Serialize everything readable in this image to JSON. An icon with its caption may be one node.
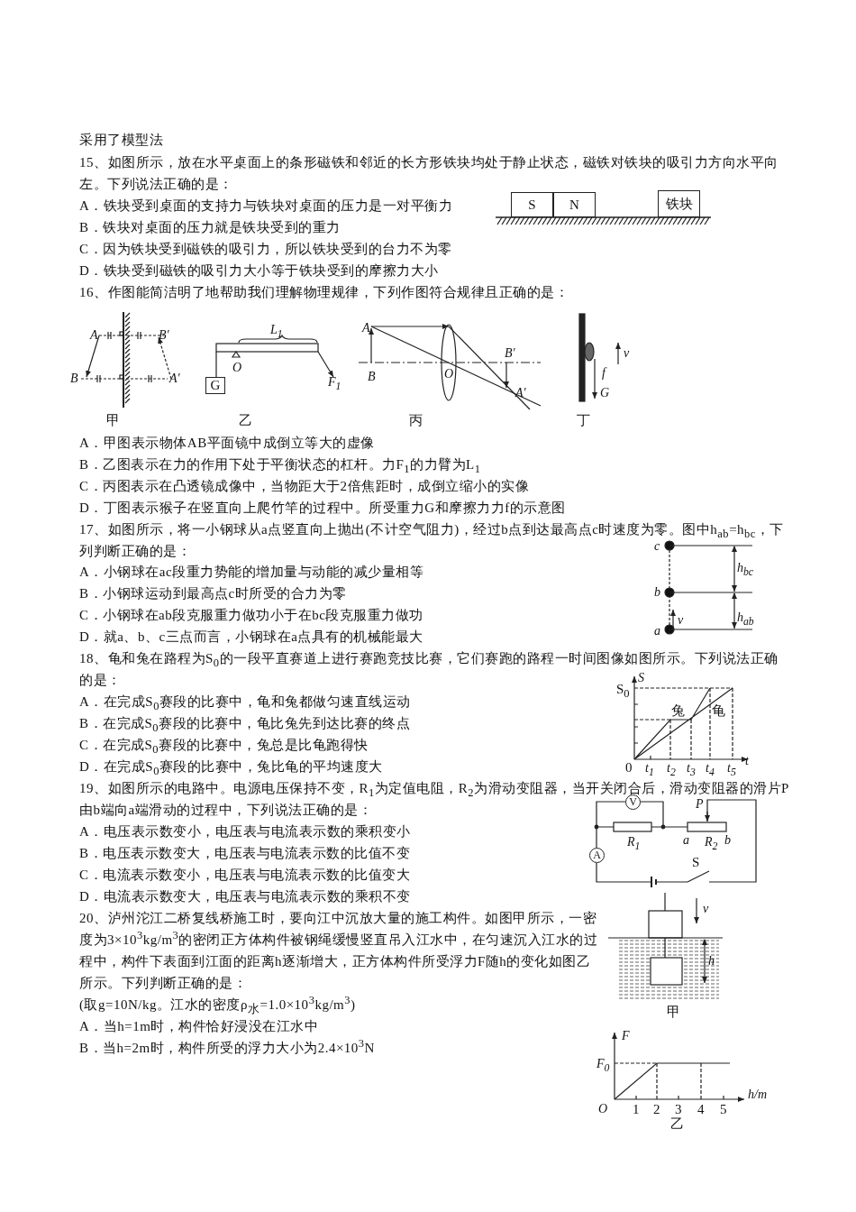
{
  "diagram": {
    "nodes": [
      {
        "text": [
          "S"
        ]
      },
      {
        "text": [
          "N"
        ]
      },
      {
        "text": [
          "铁块"
        ]
      },
      {
        "text": [
          "G"
        ]
      },
      {
        "text": [
          "V"
        ]
      },
      {
        "text": [
          "A"
        ]
      }
    ],
    "edges": [],
    "labels": [
      "采用了模型法",
      "15、如图所示，放在水平桌面上的条形磁铁和邻近的长方形铁块均处于静止状态，磁铁对铁块的吸引力方向水平向左。下列说法正确的是：",
      "A．铁块受到桌面的支持力与铁块对桌面的压力是一对平衡力",
      "B．铁块对桌面的压力就是铁块受到的重力",
      "C．因为铁块受到磁铁的吸引力，所以铁块受到的台力不为零",
      "D．铁块受到磁铁的吸引力大小等于铁块受到的摩擦力大小",
      "16、作图能简洁明了地帮助我们理解物理规律，下列作图符合规律且正确的是：",
      "A",
      "B'",
      "B",
      "A'",
      "甲",
      "L$_{1}$",
      "O",
      "F$_{1}$",
      "乙",
      "A",
      "B'",
      "B",
      "O",
      "A'",
      "丙",
      "v",
      "f",
      "G",
      "丁",
      "A．甲图表示物体AB平面镜中成倒立等大的虚像",
      "B．乙图表示在力的作用下处于平衡状态的杠杆。力F$_{1}$的力臂为L$_{1}$",
      "C．丙图表示在凸透镜成像中，当物距大于2倍焦距时，成倒立缩小的实像",
      "D．丁图表示猴子在竖直向上爬竹竿的过程中。所受重力G和摩擦力力f的示意图",
      "17、如图所示，将一小钢球从a点竖直向上抛出(不计空气阻力)，经过b点到达最高点c时速度为零。图中h$_{ab}$=h$_{bc}$，下列判断正确的是：",
      "c",
      "h$_{bc}$",
      "b",
      "v",
      "h$_{ab}$",
      "a",
      "A．小钢球在ac段重力势能的增加量与动能的减少量相等",
      "B．小钢球运动到最高点c时所受的合力为零",
      "C．小钢球在ab段克服重力做功小于在bc段克服重力做功",
      "D．就a、b、c三点而言，小钢球在a点具有的机械能最大",
      "18、龟和兔在路程为S$_{0}$的一段平直赛道上进行赛跑竞技比赛，它们赛跑的路程一时间图像如图所示。下列说法正确的是：",
      "S",
      "S$_{0}$",
      "兔",
      "龟",
      "0",
      "t$_{1}$",
      "t$_{2}$",
      "t$_{3}$",
      "t$_{4}$",
      "t$_{5}$",
      "t",
      "A．在完成S$_{0}$赛段的比赛中，龟和兔都做匀速直线运动",
      "B．在完成S$_{0}$赛段的比赛中，龟比兔先到达比赛的终点",
      "C．在完成S$_{0}$赛段的比赛中，兔总是比龟跑得快",
      "D．在完成S$_{0}$赛段的比赛中，兔比龟的平均速度大",
      "19、如图所示的电路中。电源电压保持不变，R$_{1}$为定值电阻，R$_{2}$为滑动变阻器，当开关闭合后，滑动变阻器的滑片P由b端向a端滑动的过程中，下列说法正确的是：",
      "P",
      "R$_{1}$",
      "a",
      "R$_{2}$",
      "b",
      "S",
      "A．电压表示数变小，电压表与电流表示数的乘积变小",
      "B．电压表示数变大，电压表与电流表示数的比值不变",
      "C．电流表示数变小，电压表与电流表示数的比值变大",
      "D．电流表示数变大，电压表与电流表示数的乘积不变",
      "20、泸州沱江二桥复线桥施工时，要向江中沉放大量的施工构件。如图甲所示，一密度为3×10$^{3}$kg/m$^{3}$的密闭正方体构件被钢绳缓慢竖直吊入江水中，在匀速沉入江水的过程中，构件下表面到江面的距离h逐渐增大，正方体构件所受浮力F随h的变化如图乙所示。下列判断正确的是：",
      "(取g=10N/kg。江水的密度ρ$_{水}$=1.0×10$^{3}$kg/m$^{3}$)",
      "v",
      "h",
      "甲",
      "F",
      "F$_{0}$",
      "O",
      "1",
      "2",
      "3",
      "4",
      "5",
      "h/m",
      "乙",
      "A．当h=1m时，构件恰好浸没在江水中",
      "B．当h=2m时，构件所受的浮力大小为2.4×10$^{3}$N"
    ]
  }
}
